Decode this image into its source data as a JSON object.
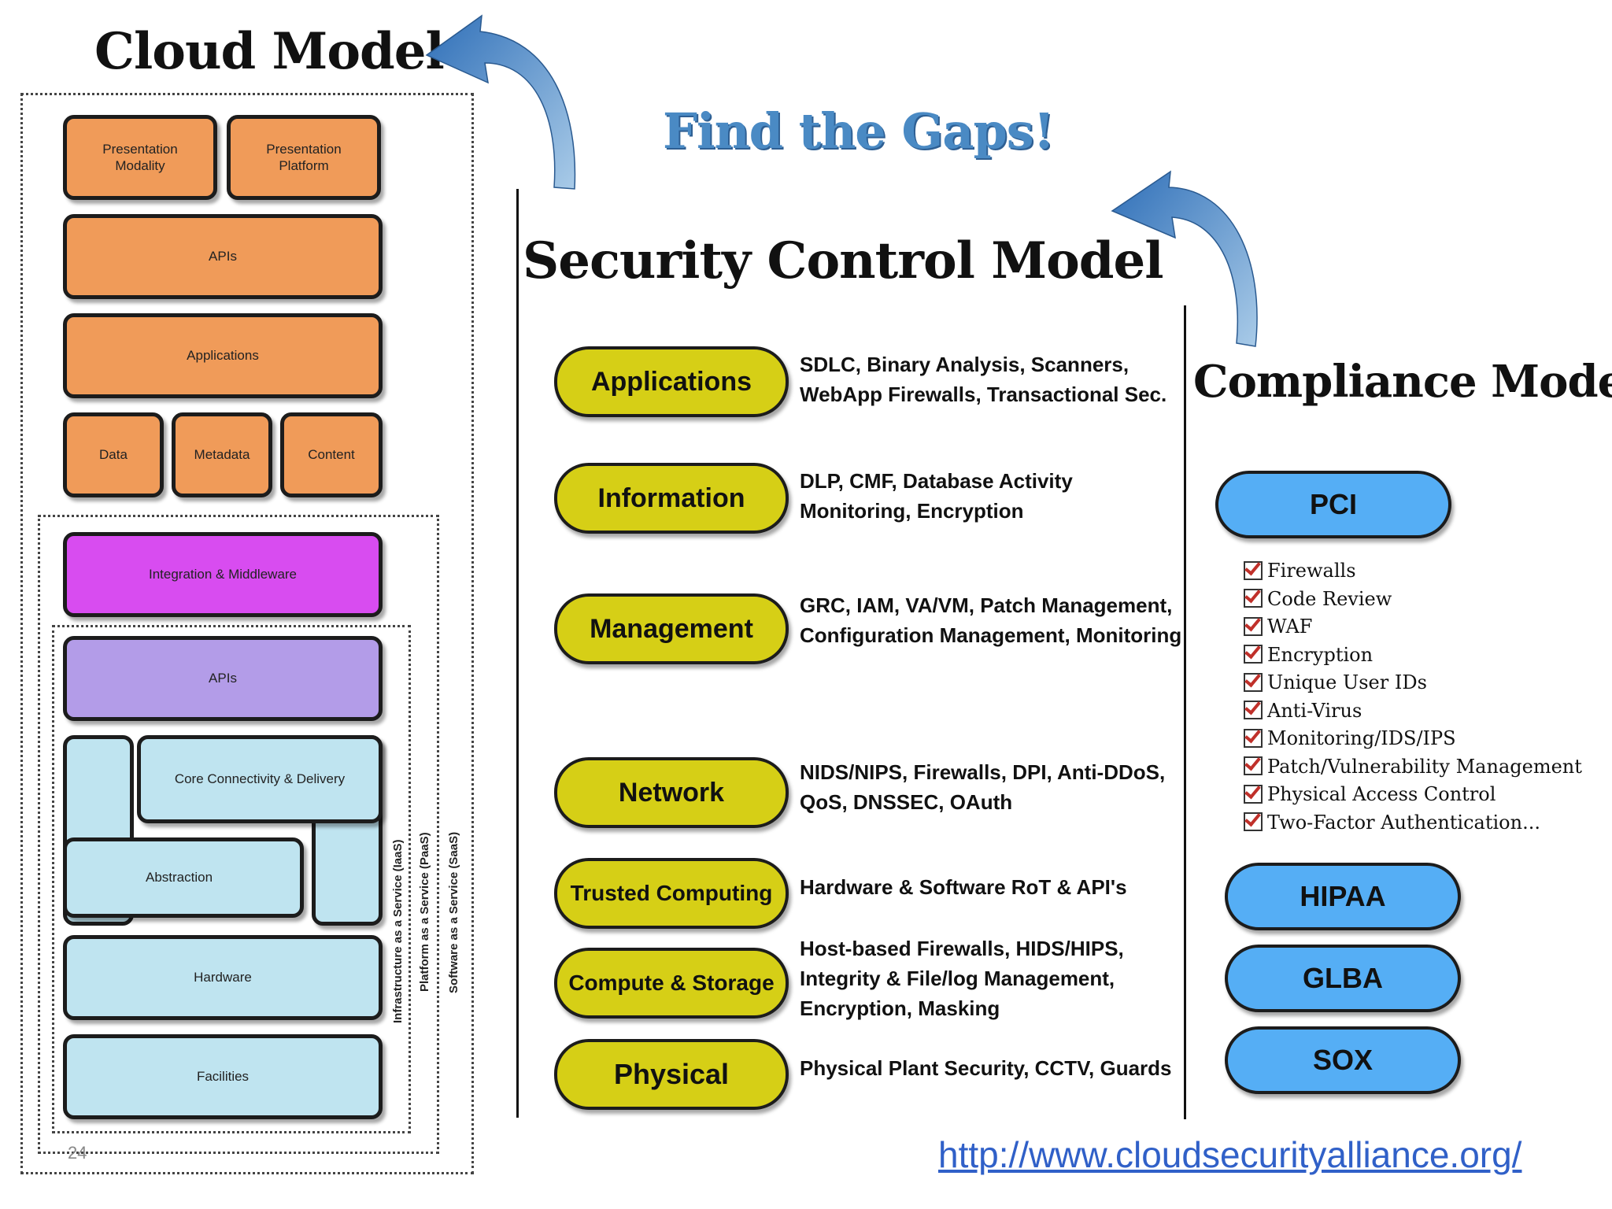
{
  "cloud_model": {
    "title": "Cloud Model",
    "blocks": {
      "presentation_modality": "Presentation\nModality",
      "presentation_platform": "Presentation\nPlatform",
      "apis_saas": "APIs",
      "applications": "Applications",
      "data": "Data",
      "metadata": "Metadata",
      "content": "Content",
      "integration_middleware": "Integration & Middleware",
      "apis_paas": "APIs",
      "core_connectivity": "Core Connectivity & Delivery",
      "abstraction": "Abstraction",
      "hardware": "Hardware",
      "facilities": "Facilities"
    },
    "layers": {
      "iaas": "Infrastructure as a Service (IaaS)",
      "paas": "Platform as a Service (PaaS)",
      "saas": "Software as a Service (SaaS)"
    }
  },
  "headline": "Find the Gaps!",
  "security_model": {
    "title": "Security Control Model",
    "rows": [
      {
        "label": "Applications",
        "desc": [
          "SDLC, Binary Analysis, Scanners,",
          "WebApp Firewalls, Transactional Sec."
        ]
      },
      {
        "label": "Information",
        "desc": [
          "DLP, CMF, Database Activity",
          "Monitoring, Encryption"
        ]
      },
      {
        "label": "Management",
        "desc": [
          "GRC, IAM, VA/VM, Patch Management,",
          "Configuration Management, Monitoring"
        ]
      },
      {
        "label": "Network",
        "desc": [
          "NIDS/NIPS, Firewalls, DPI, Anti-DDoS,",
          "QoS, DNSSEC, OAuth"
        ]
      },
      {
        "label": "Trusted Computing",
        "desc": [
          "Hardware & Software RoT & API's"
        ]
      },
      {
        "label": "Compute & Storage",
        "desc": [
          "Host-based Firewalls, HIDS/HIPS,",
          "Integrity & File/log Management,",
          "Encryption, Masking"
        ]
      },
      {
        "label": "Physical",
        "desc": [
          "Physical Plant Security, CCTV, Guards"
        ]
      }
    ]
  },
  "compliance_model": {
    "title": "Compliance Model",
    "standards": [
      "PCI",
      "HIPAA",
      "GLBA",
      "SOX"
    ],
    "pci_checklist": [
      "Firewalls",
      "Code Review",
      "WAF",
      "Encryption",
      "Unique User IDs",
      "Anti-Virus",
      "Monitoring/IDS/IPS",
      "Patch/Vulnerability Management",
      "Physical Access Control",
      "Two-Factor Authentication..."
    ]
  },
  "footer": {
    "page_number": "24",
    "url": "http://www.cloudsecurityalliance.org/"
  },
  "colors": {
    "orange": "#f09b59",
    "magenta": "#d84cf0",
    "violet": "#b39ce8",
    "light_blue": "#bfe4f0",
    "yellow_pill": "#d6cf16",
    "blue_pill": "#55aef5",
    "headline": "#4a8ac4",
    "link": "#3060c8"
  }
}
